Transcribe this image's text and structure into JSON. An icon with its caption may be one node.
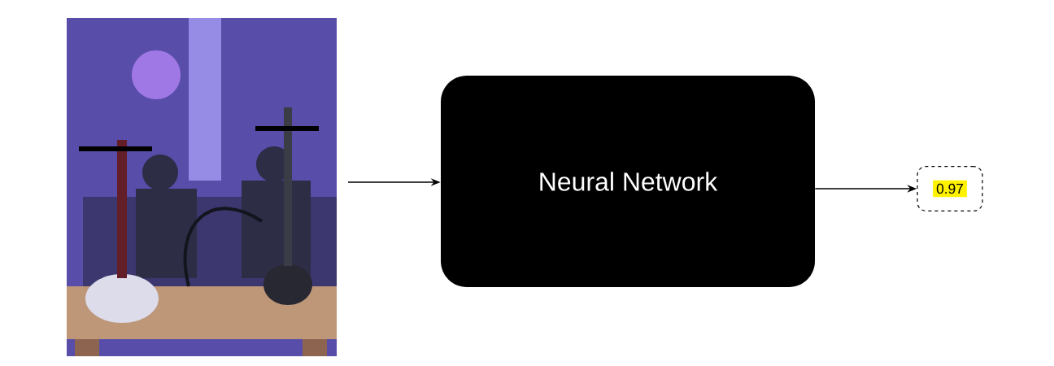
{
  "diagram": {
    "nodes": [
      {
        "text": [],
        "shape": "picture"
      },
      {
        "text": [
          "Neural Network"
        ]
      },
      {
        "text": [
          "0.97"
        ]
      }
    ],
    "edges": [
      {
        "from": 0,
        "to": 1,
        "arrow": "to"
      },
      {
        "from": 1,
        "to": 2,
        "arrow": "to"
      }
    ]
  }
}
